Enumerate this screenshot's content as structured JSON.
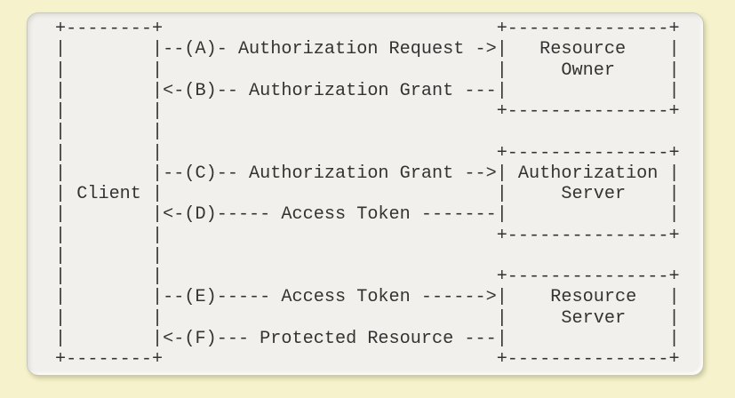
{
  "colors": {
    "page_background": "#f5f2cc",
    "panel_background": "#f1f0ec",
    "panel_border": "#c9c8bb",
    "text": "#333333"
  },
  "diagram": {
    "lines": [
      "+--------+                               +---------------+",
      "|        |--(A)- Authorization Request ->|   Resource    |",
      "|        |                               |     Owner     |",
      "|        |<-(B)-- Authorization Grant ---|               |",
      "|        |                               +---------------+",
      "|        |",
      "|        |                               +---------------+",
      "|        |--(C)-- Authorization Grant -->| Authorization |",
      "| Client |                               |     Server    |",
      "|        |<-(D)----- Access Token -------|               |",
      "|        |                               +---------------+",
      "|        |",
      "|        |                               +---------------+",
      "|        |--(E)----- Access Token ------>|    Resource   |",
      "|        |                               |     Server    |",
      "|        |<-(F)--- Protected Resource ---|               |",
      "+--------+                               +---------------+"
    ],
    "entities": [
      "Client",
      "Resource Owner",
      "Authorization Server",
      "Resource Server"
    ],
    "flows": [
      {
        "step": "A",
        "label": "Authorization Request",
        "from": "Client",
        "to": "Resource Owner"
      },
      {
        "step": "B",
        "label": "Authorization Grant",
        "from": "Resource Owner",
        "to": "Client"
      },
      {
        "step": "C",
        "label": "Authorization Grant",
        "from": "Client",
        "to": "Authorization Server"
      },
      {
        "step": "D",
        "label": "Access Token",
        "from": "Authorization Server",
        "to": "Client"
      },
      {
        "step": "E",
        "label": "Access Token",
        "from": "Client",
        "to": "Resource Server"
      },
      {
        "step": "F",
        "label": "Protected Resource",
        "from": "Resource Server",
        "to": "Client"
      }
    ]
  }
}
